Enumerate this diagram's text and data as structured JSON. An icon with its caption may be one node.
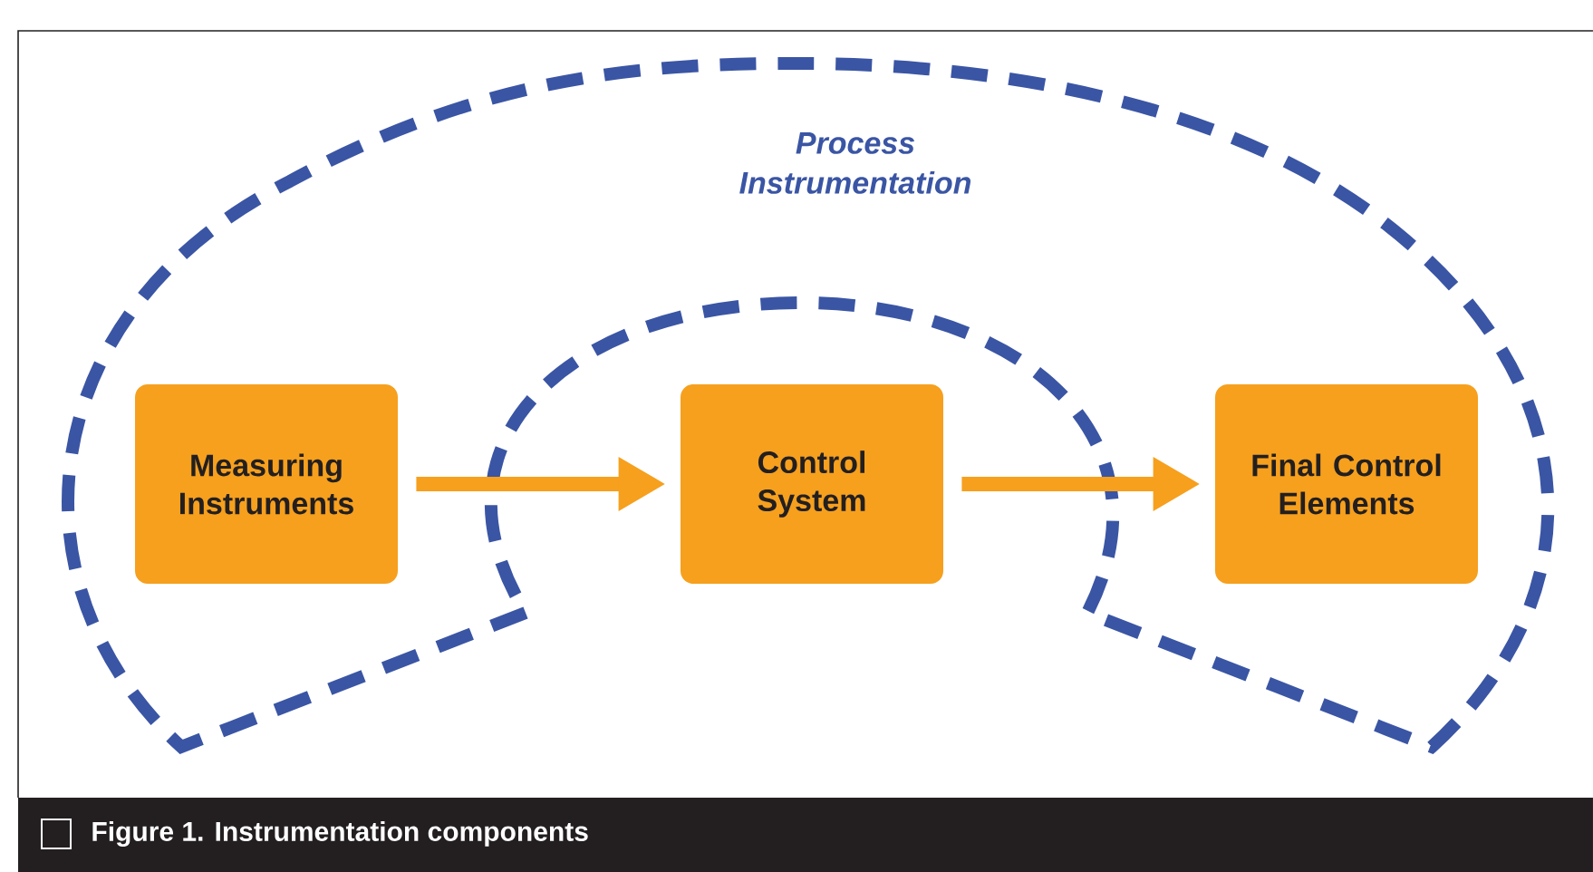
{
  "diagram": {
    "caption": "Figure 1. Instrumentation components",
    "nodes": [
      {
        "text": [
          "Measuring Instruments"
        ]
      },
      {
        "text": [
          "Control System"
        ]
      },
      {
        "text": [
          "Final Control Elements"
        ]
      }
    ],
    "edges": [
      {
        "from": 0,
        "to": 1,
        "arrow": "to"
      },
      {
        "from": 1,
        "to": 2,
        "arrow": "to"
      }
    ],
    "labels": [
      "Process Instrumentation"
    ]
  }
}
